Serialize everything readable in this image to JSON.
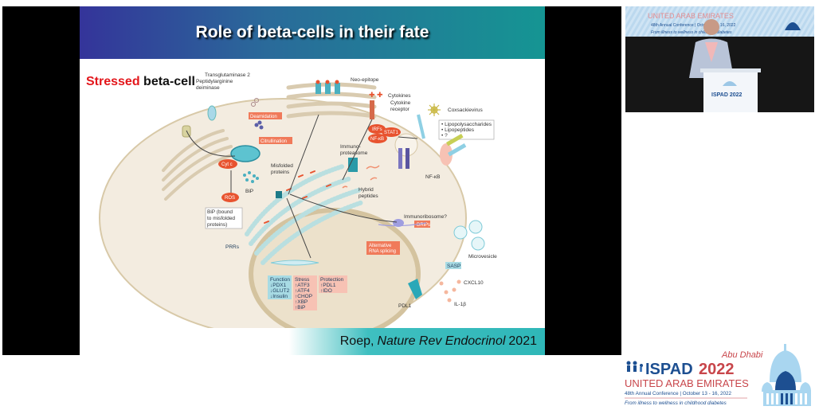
{
  "slide": {
    "title": "Role of beta-cells in their fate",
    "subtitle_highlight": "Stressed",
    "subtitle_rest": "beta-cell",
    "citation": {
      "author": "Roep,",
      "journal": "Nature Rev Endocrinol",
      "year": "2021"
    },
    "diagram_labels": {
      "transglutaminase": "Transglutaminase 2",
      "peptidylarginine": "Peptidylarginine",
      "deiminase": "deiminase",
      "deamidation": "Deamidation",
      "citrullination": "Citrullination",
      "neo_epitope": "Neo-epitope",
      "cytokines": "Cytokines",
      "cytokine_receptor_1": "Cytokine",
      "cytokine_receptor_2": "receptor",
      "coxsackievirus": "Coxsackievirus",
      "lps": "• Lipopolysaccharides",
      "lipopeptides": "• Lipopeptides",
      "unknown": "• ?",
      "irf": "IRFs",
      "stat1": "STAT1",
      "nfkb_inner": "NF-κB",
      "nfkb": "NF-κB",
      "immuno_1": "Immuno-",
      "immuno_2": "proteasome",
      "cytc": "Cyt c",
      "ros": "ROS",
      "misfolded_1": "Misfolded",
      "misfolded_2": "proteins",
      "bip": "BiP",
      "bip_bound_1": "BiP (bound",
      "bip_bound_2": "to misfolded",
      "bip_bound_3": "proteins)",
      "hybrid_1": "Hybrid",
      "hybrid_2": "peptides",
      "immunoribosome": "Immunoribosome?",
      "drips": "DRiPs",
      "alt_1": "Alternative",
      "alt_2": "RNA splicing",
      "prrs": "PRRs",
      "microvesicle": "Microvesicle",
      "sasp": "SASP",
      "cxcl10": "CXCL10",
      "il1b": "IL-1β",
      "pdl1": "PDL1",
      "function_title": "Function",
      "function_items": [
        "↓PDX1",
        "↓GLUT2",
        "↓Insulin"
      ],
      "stress_title": "Stress",
      "stress_items": [
        "↑ATF3",
        "↑ATF4",
        "↑CHOP",
        "↑XBP",
        "↑BiP"
      ],
      "protection_title": "Protection",
      "protection_items": [
        "↑PDL1",
        "↑IDO"
      ]
    }
  },
  "speaker_video": {
    "backdrop_line1": "UNITED ARAB EMIRATES",
    "backdrop_line2": "48th Annual Conference | October 13 - 16, 2022",
    "backdrop_line3": "From illness to wellness in childhood diabetes",
    "podium_text": "ISPAD 2022"
  },
  "logo": {
    "city": "Abu Dhabi",
    "org": "ISPAD",
    "year": "2022",
    "country": "UNITED ARAB EMIRATES",
    "conference": "48th Annual Conference | October 13 - 16, 2022",
    "tagline": "From illness to wellness in childhood diabetes"
  },
  "colors": {
    "header_start": "#34349a",
    "header_end": "#159593",
    "accent_red": "#e3161b",
    "label_orange": "#f07a5a",
    "teal": "#3aa8b8",
    "logo_blue": "#1d4f91",
    "logo_red": "#c8464b"
  }
}
